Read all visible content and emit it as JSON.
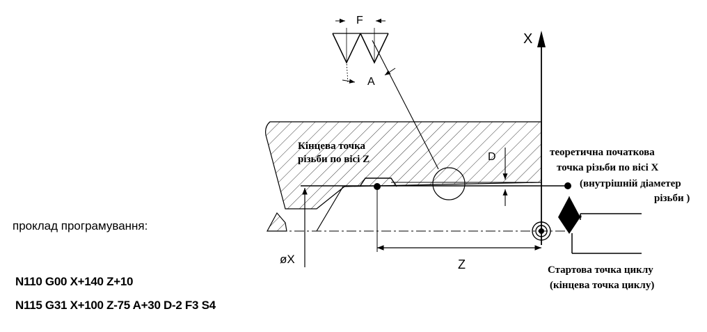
{
  "caption": "проклад програмування:",
  "code_lines": [
    "N110 G00 X+140 Z+10",
    "N115 G31 X+100 Z-75 A+30 D-2 F3 S4"
  ],
  "axis_labels": {
    "x_axis": "X",
    "z_dimension": "Z",
    "diameter": "øX",
    "pitch": "F",
    "angle": "A",
    "depth": "D"
  },
  "annotations": {
    "end_point_z": [
      "Кінцева точка",
      "різьби по вісі Z"
    ],
    "theoretical_start": [
      "теоретична початкова",
      "точка різьби по вісі X",
      "(внутрішній діаметер",
      "різьби )"
    ],
    "cycle_start": [
      "Стартова точка циклу",
      "(кінцева точка циклу)"
    ]
  }
}
